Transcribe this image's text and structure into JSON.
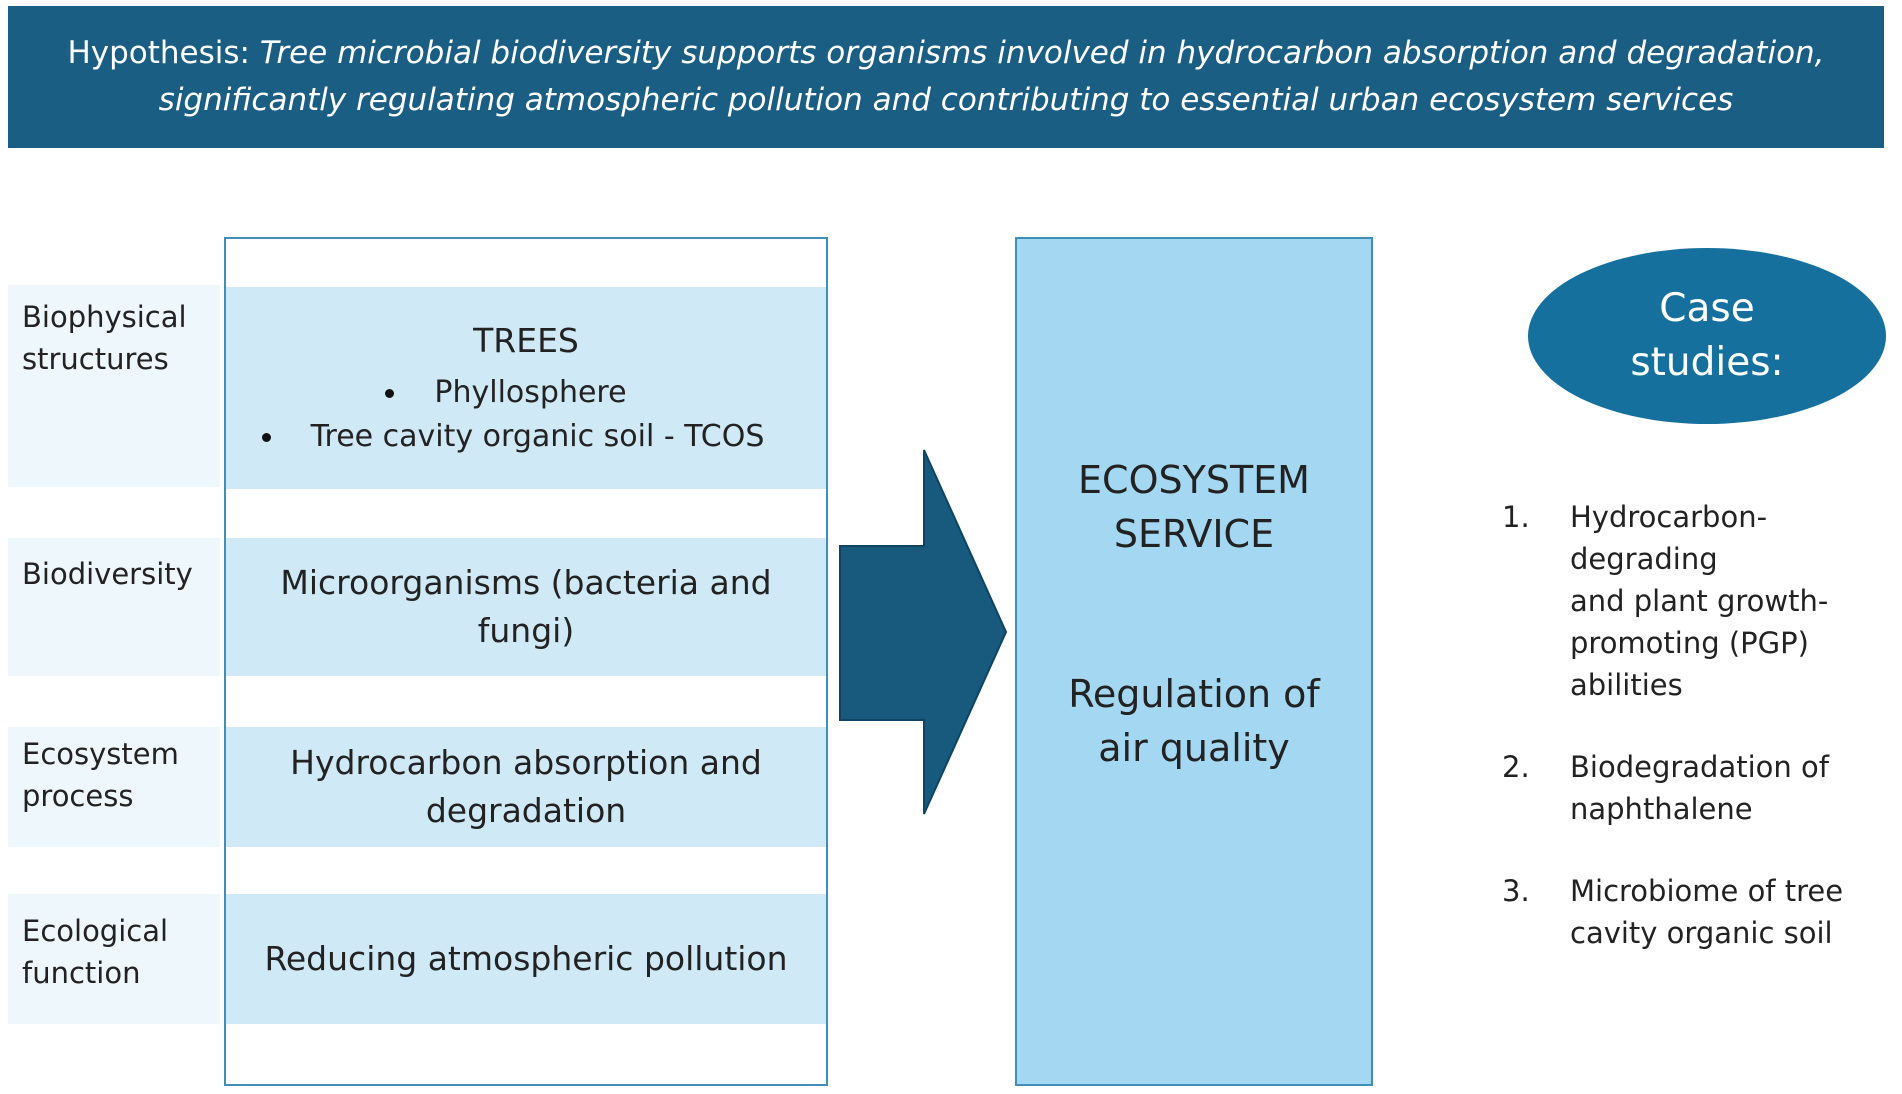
{
  "hypothesis": {
    "prefix": "Hypothesis: ",
    "line1_italic": "Tree microbial biodiversity supports organisms involved in hydrocarbon absorption and degradation,",
    "line2_italic": "significantly regulating atmospheric pollution and contributing to essential urban ecosystem services"
  },
  "rows": [
    {
      "label_line1": "Biophysical",
      "label_line2": "structures",
      "title": "TREES",
      "bullets": [
        "Phyllosphere",
        "Tree cavity organic soil - TCOS"
      ]
    },
    {
      "label_line1": "Biodiversity",
      "label_line2": "",
      "content_line1": "Microorganisms (bacteria and",
      "content_line2": "fungi)"
    },
    {
      "label_line1": "Ecosystem",
      "label_line2": "process",
      "content_line1": "Hydrocarbon absorption and",
      "content_line2": "degradation"
    },
    {
      "label_line1": "Ecological",
      "label_line2": "function",
      "content_line1": "Reducing atmospheric pollution",
      "content_line2": ""
    }
  ],
  "service": {
    "title_line1": "ECOSYSTEM",
    "title_line2": "SERVICE",
    "sub_line1": "Regulation of",
    "sub_line2": "air quality"
  },
  "case_studies": {
    "title_line1": "Case",
    "title_line2": "studies:",
    "items": [
      {
        "num": "1.",
        "lines": [
          "Hydrocarbon-degrading",
          "and plant growth-",
          "promoting (PGP)",
          "abilities"
        ]
      },
      {
        "num": "2.",
        "lines": [
          "Biodegradation of",
          "naphthalene"
        ]
      },
      {
        "num": "3.",
        "lines": [
          "Microbiome of tree",
          "cavity organic soil"
        ]
      }
    ]
  },
  "colors": {
    "banner": "#1a5e84",
    "band": "#cfe9f6",
    "label_bg": "#eef7fc",
    "service_box": "#a4d8f2",
    "arrow": "#175a7e",
    "oval": "#15709e",
    "border": "#3f8fb8"
  }
}
